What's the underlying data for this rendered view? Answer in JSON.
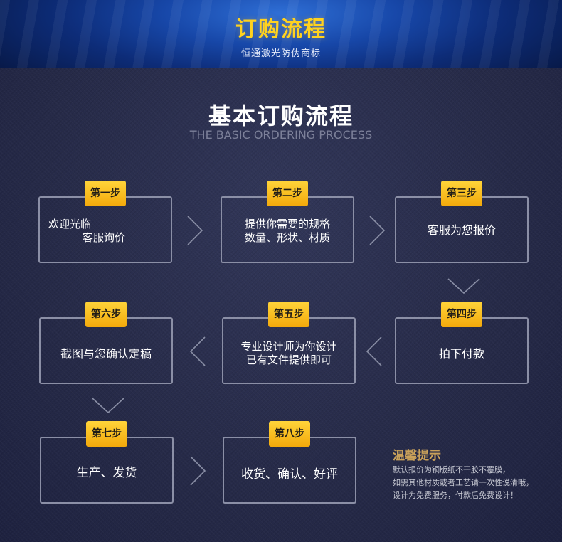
{
  "banner": {
    "title": "订购流程",
    "subtitle": "恒通激光防伪商标"
  },
  "heading": {
    "title": "基本订购流程",
    "subtitle": "THE BASIC ORDERING PROCESS"
  },
  "steps": [
    {
      "badge": "第一步",
      "lines": [
        "欢迎光临",
        "客服询价"
      ]
    },
    {
      "badge": "第二步",
      "lines": [
        "提供你需要的规格",
        "数量、形状、材质"
      ]
    },
    {
      "badge": "第三步",
      "lines": [
        "客服为您报价"
      ]
    },
    {
      "badge": "第四步",
      "lines": [
        "拍下付款"
      ]
    },
    {
      "badge": "第五步",
      "lines": [
        "专业设计师为你设计",
        "已有文件提供即可"
      ]
    },
    {
      "badge": "第六步",
      "lines": [
        "截图与您确认定稿"
      ]
    },
    {
      "badge": "第七步",
      "lines": [
        "生产、发货"
      ]
    },
    {
      "badge": "第八步",
      "lines": [
        "收货、确认、好评"
      ]
    }
  ],
  "tips": {
    "title": "温馨提示",
    "lines": [
      "默认报价为铜版纸不干胶不覆膜，",
      "如需其他材质或者工艺请一次性说清哦，",
      "设计为免费服务，付款后免费设计！"
    ]
  },
  "colors": {
    "accent": "#ffd21f",
    "badge": "#f3a90b",
    "tips_title": "#c9a15a"
  },
  "icons": [
    "chevron-right-icon",
    "chevron-left-icon",
    "chevron-down-icon"
  ]
}
